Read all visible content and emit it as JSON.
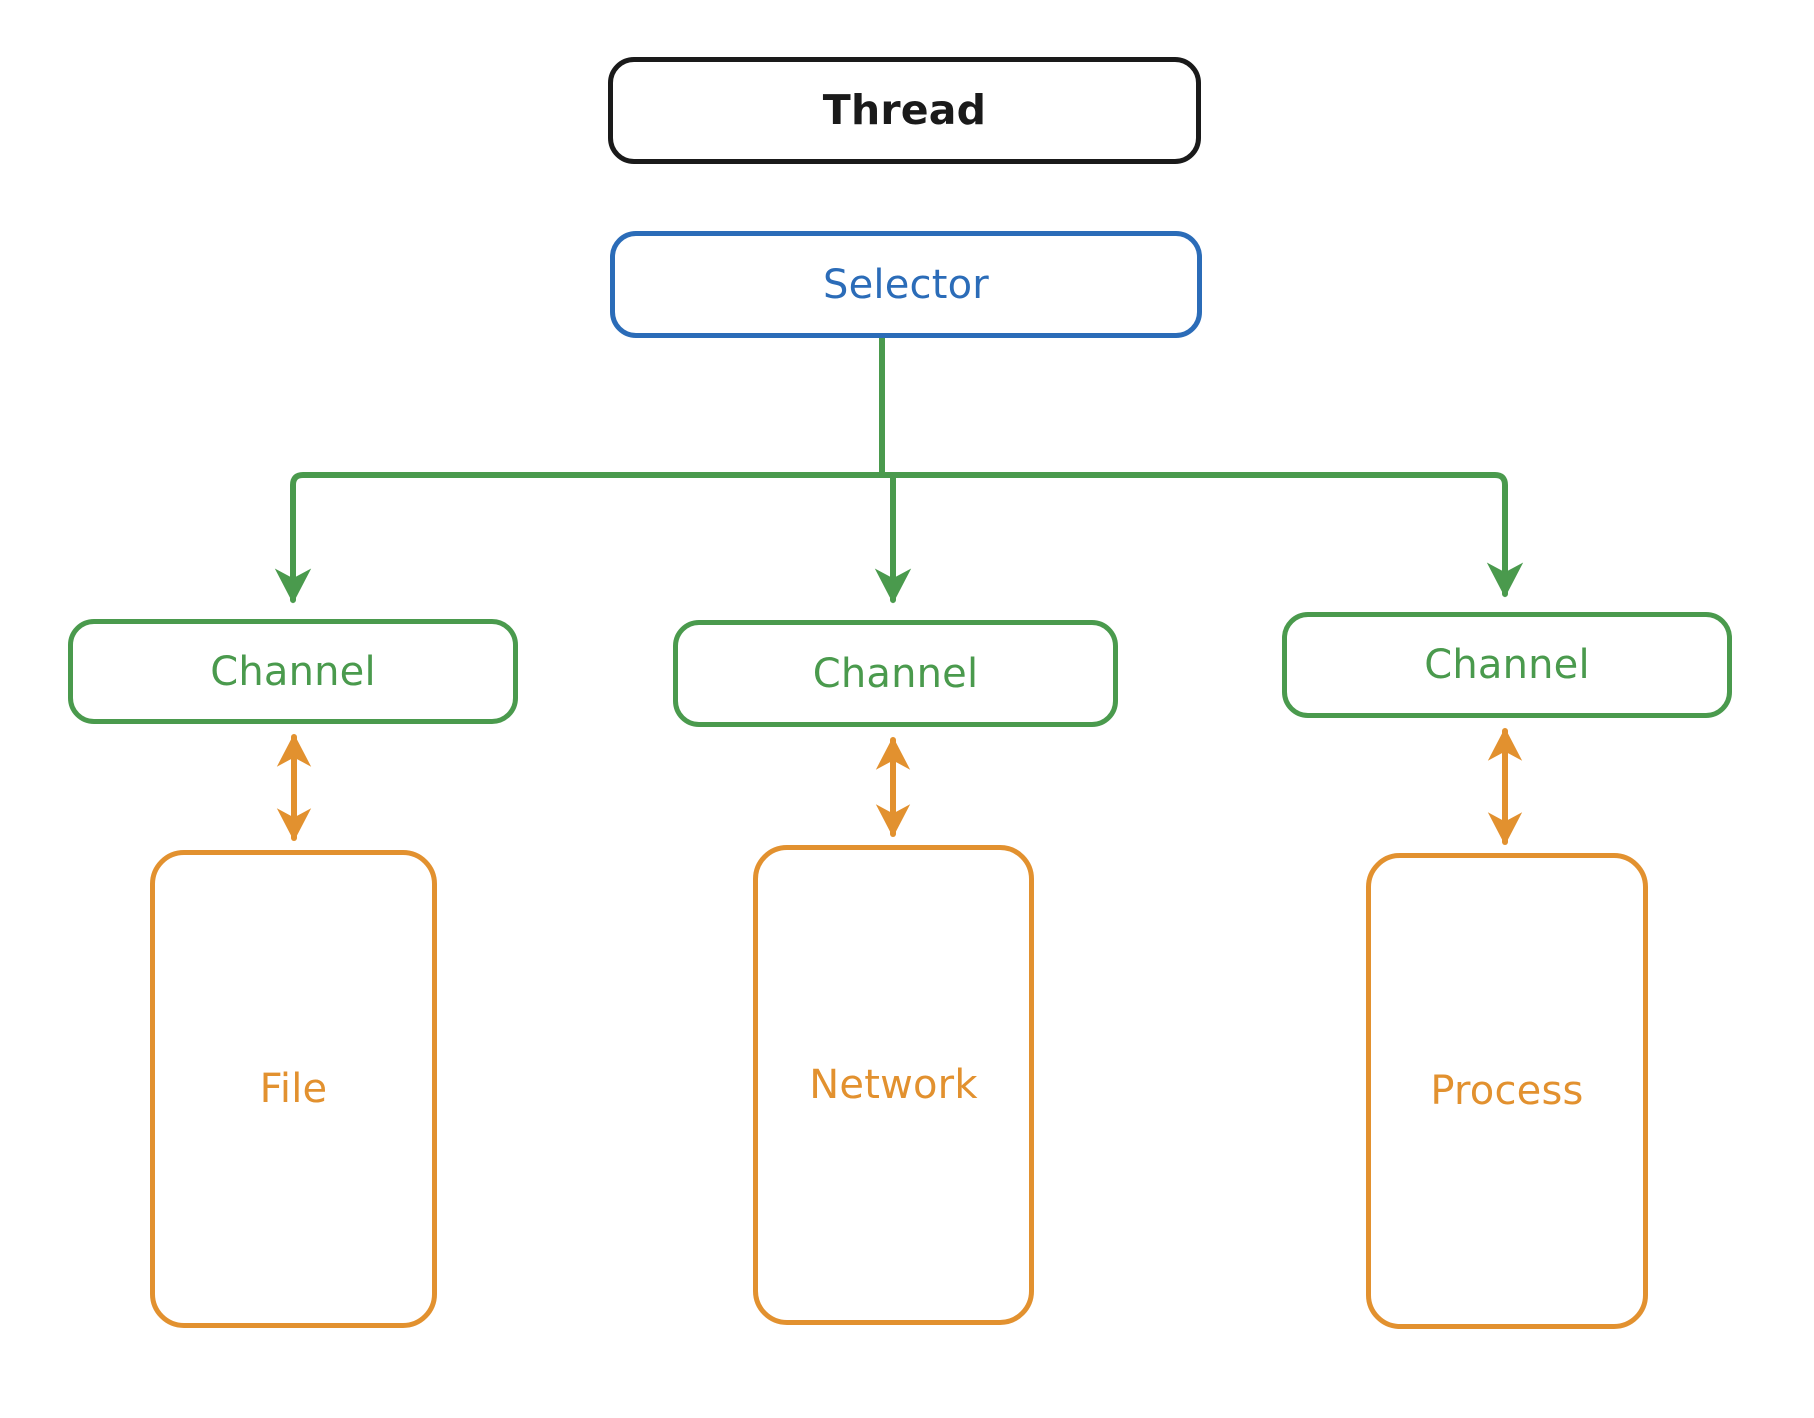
{
  "diagram": {
    "title": "Thread Selector Channel Resource Diagram",
    "colors": {
      "thread": "#1a1a1a",
      "selector": "#2b6cb8",
      "channel": "#4a9a4d",
      "resource": "#e2912f",
      "background": "#ffffff"
    },
    "nodes": {
      "thread": {
        "label": "Thread"
      },
      "selector": {
        "label": "Selector"
      },
      "channels": [
        {
          "label": "Channel"
        },
        {
          "label": "Channel"
        },
        {
          "label": "Channel"
        }
      ],
      "resources": [
        {
          "label": "File"
        },
        {
          "label": "Network"
        },
        {
          "label": "Process"
        }
      ]
    },
    "edges": [
      {
        "from": "selector",
        "to": "channel-1",
        "style": "single-arrow",
        "color": "#4a9a4d"
      },
      {
        "from": "selector",
        "to": "channel-2",
        "style": "single-arrow",
        "color": "#4a9a4d"
      },
      {
        "from": "selector",
        "to": "channel-3",
        "style": "single-arrow",
        "color": "#4a9a4d"
      },
      {
        "from": "channel-1",
        "to": "file",
        "style": "double-arrow",
        "color": "#e2912f"
      },
      {
        "from": "channel-2",
        "to": "network",
        "style": "double-arrow",
        "color": "#e2912f"
      },
      {
        "from": "channel-3",
        "to": "process",
        "style": "double-arrow",
        "color": "#e2912f"
      }
    ]
  }
}
